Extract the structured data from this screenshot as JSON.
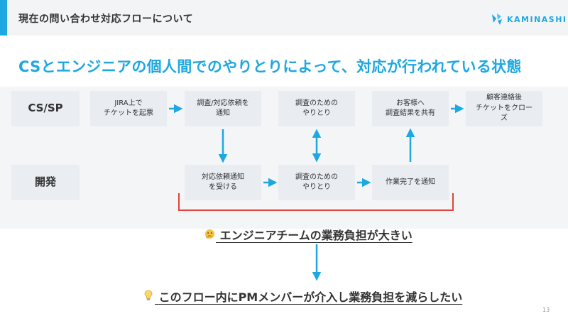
{
  "header": {
    "title": "現在の問い合わせ対応フローについて"
  },
  "logo": {
    "text": "KAMINASHI",
    "icon": "kaminashi-logo-icon",
    "color": "#1ea7e1"
  },
  "headline": "CSとエンジニアの個人間でのやりとりによって、対応が行われている状態",
  "lanes": {
    "cs": "CS/SP",
    "dev": "開発"
  },
  "flow": {
    "cs_steps": [
      "JIRA上で\nチケットを起票",
      "調査/対応依頼を\n通知",
      "調査のための\nやりとり",
      "お客様へ\n調査結果を共有",
      "顧客連絡後\nチケットをクロー\nズ"
    ],
    "dev_steps": [
      "対応依頼通知\nを受ける",
      "調査のための\nやりとり",
      "作業完了を通知"
    ]
  },
  "notes": {
    "problem": "エンジニアチームの業務負担が大きい",
    "problem_icon": "thinking-face-icon",
    "solution": "このフロー内にPMメンバーが介入し業務負担を減らしたい",
    "solution_icon": "lightbulb-icon"
  },
  "colors": {
    "accent": "#1ea7e1",
    "bracket": "#e0443a"
  },
  "page_number": "13"
}
